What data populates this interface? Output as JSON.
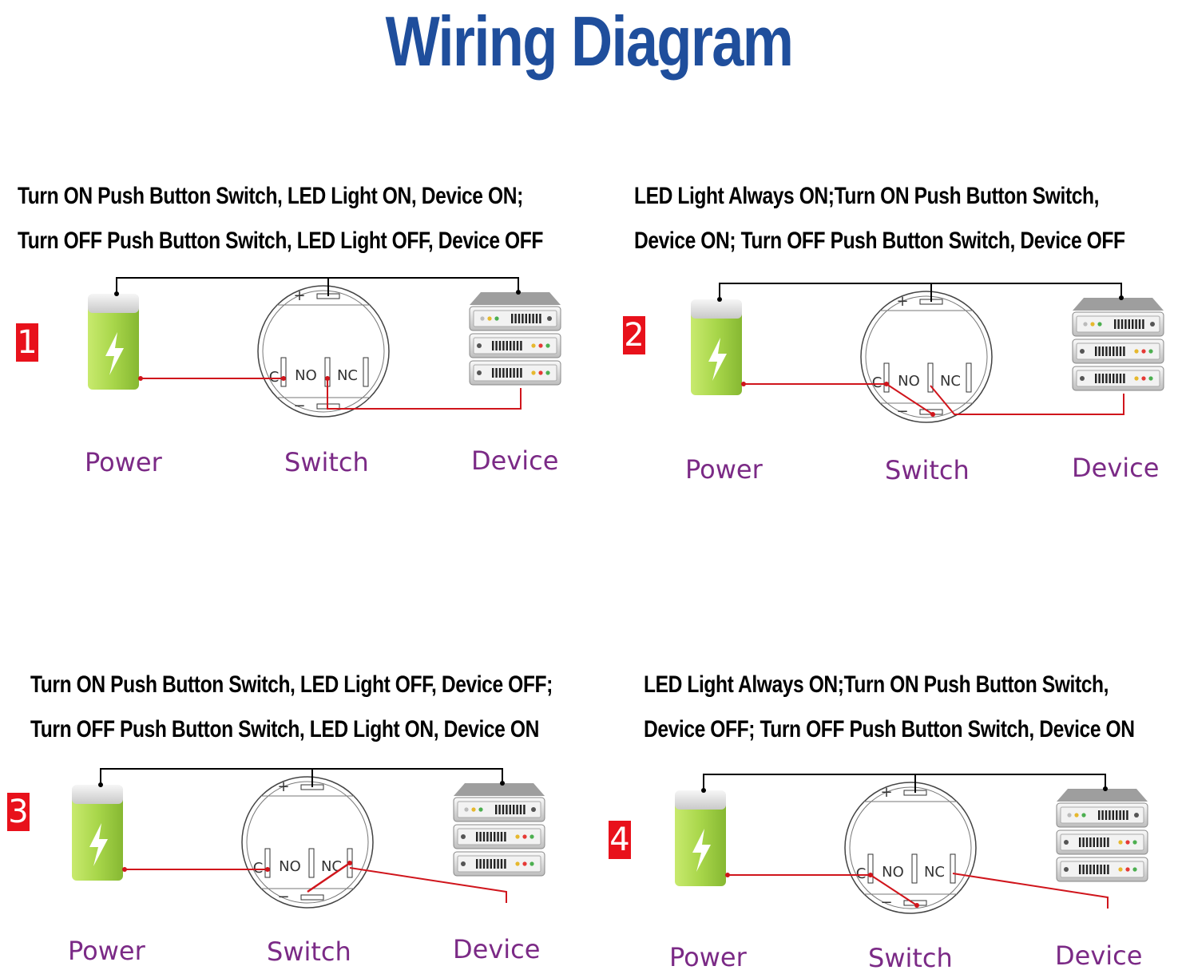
{
  "title": "Wiring Diagram",
  "colors": {
    "title": "#1f4e9c",
    "wire_black": "#000000",
    "wire_red": "#d0151c",
    "badge": "#e8111b",
    "label": "#7b2a86",
    "battery": "#a8d64a"
  },
  "terminals": {
    "plus": "+",
    "minus": "−",
    "c": "C",
    "no": "NO",
    "nc": "NC"
  },
  "panels": [
    {
      "number": "1",
      "caption_line1": "Turn ON Push Button Switch, LED Light ON, Device ON;",
      "caption_line2": "Turn OFF Push Button Switch, LED Light OFF, Device OFF",
      "power_label": "Power",
      "switch_label": "Switch",
      "device_label": "Device"
    },
    {
      "number": "2",
      "caption_line1": "LED Light Always ON;Turn ON Push Button Switch,",
      "caption_line2": "Device ON; Turn OFF Push Button Switch,  Device OFF",
      "power_label": "Power",
      "switch_label": "Switch",
      "device_label": "Device"
    },
    {
      "number": "3",
      "caption_line1": "Turn ON Push Button Switch, LED Light OFF, Device OFF;",
      "caption_line2": "Turn OFF Push Button Switch, LED Light ON, Device ON",
      "power_label": "Power",
      "switch_label": "Switch",
      "device_label": "Device"
    },
    {
      "number": "4",
      "caption_line1": "LED Light Always ON;Turn ON Push Button Switch,",
      "caption_line2": "Device OFF; Turn OFF Push Button Switch,  Device ON",
      "power_label": "Power",
      "switch_label": "Switch",
      "device_label": "Device"
    }
  ]
}
